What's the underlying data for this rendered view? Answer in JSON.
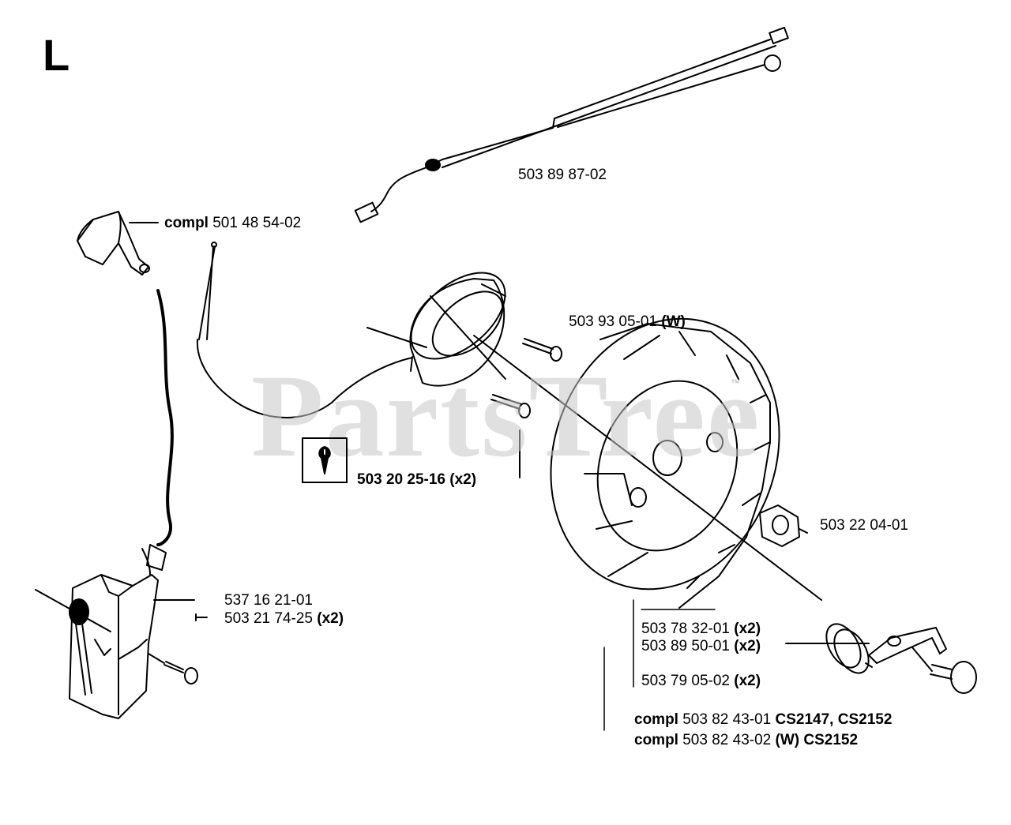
{
  "section": {
    "letter": "L"
  },
  "watermark": {
    "text": "PartsTree",
    "tm": "™"
  },
  "labels": {
    "ignition_cable": {
      "part": "503 89 87-02"
    },
    "spark_cap": {
      "prefix": "compl",
      "part": "501 48 54-02"
    },
    "flywheel": {
      "part": "503 93 05-01",
      "suffix": "(W)"
    },
    "stator_screw": {
      "part": "503 20 25-16",
      "qty": "(x2)"
    },
    "nut": {
      "part": "503 22 04-01"
    },
    "ignition_module": {
      "part": "537 16 21-01"
    },
    "module_screw": {
      "part": "503 21 74-25",
      "qty": "(x2)"
    },
    "pawl": {
      "part": "503 78 32-01",
      "qty": "(x2)"
    },
    "spring": {
      "part": "503 89 50-01",
      "qty": "(x2)"
    },
    "pawl_pin": {
      "part": "503 79 05-02",
      "qty": "(x2)"
    },
    "compl_1": {
      "prefix": "compl",
      "part": "503 82 43-01",
      "models": "CS2147, CS2152"
    },
    "compl_2": {
      "prefix": "compl",
      "part": "503 82 43-02",
      "mid": "(W)",
      "models": "CS2152"
    }
  },
  "icons": {
    "tool": "wrench-icon"
  }
}
